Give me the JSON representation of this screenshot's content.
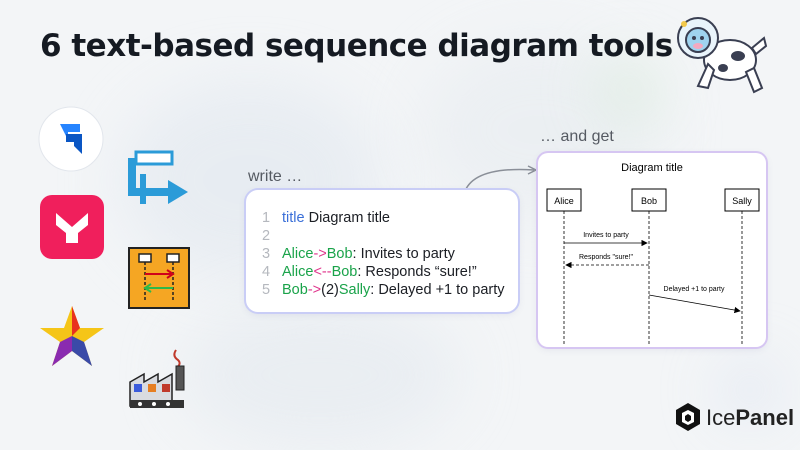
{
  "headline": "6 text-based sequence diagram tools",
  "notes": {
    "write": "write …",
    "and_get": "… and get"
  },
  "code": {
    "lines": [
      {
        "num": "1",
        "keyword": "title",
        "text": " Diagram title"
      },
      {
        "num": "2"
      },
      {
        "num": "3",
        "from": "Alice",
        "arrow": "->",
        "to": "Bob",
        "message": ": Invites to party"
      },
      {
        "num": "4",
        "from": "Alice",
        "arrow": "<--",
        "to": "Bob",
        "message": ": Responds “sure!”"
      },
      {
        "num": "5",
        "from": "Bob",
        "arrow": "->",
        "delay": "(2)",
        "to": "Sally",
        "message": ": Delayed +1 to party"
      }
    ]
  },
  "diagram": {
    "title": "Diagram title",
    "participants": [
      "Alice",
      "Bob",
      "Sally"
    ],
    "messages": [
      {
        "label": "Invites to party"
      },
      {
        "label": "Responds \"sure!\""
      },
      {
        "label": "Delayed +1 to party"
      }
    ]
  },
  "tool_icons": [
    "jira-icon",
    "flowchart-icon",
    "yed-icon",
    "sequence-board-icon",
    "star-icon",
    "plantuml-factory-icon"
  ],
  "brand": {
    "prefix": "Ice",
    "suffix": "Panel"
  },
  "colors": {
    "keyword": "#3a6fd8",
    "actor": "#1aa34a",
    "arrow": "#e0358c",
    "card_border_code": "#c9cdf6",
    "card_border_diagram": "#d6c6f2"
  }
}
